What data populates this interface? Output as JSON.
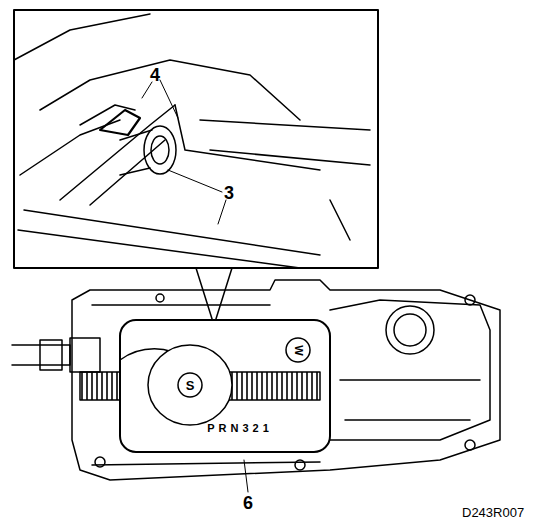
{
  "diagram": {
    "labels": [
      "4",
      "3",
      "6",
      "S",
      "W",
      "PRN321",
      "D243R007"
    ]
  }
}
